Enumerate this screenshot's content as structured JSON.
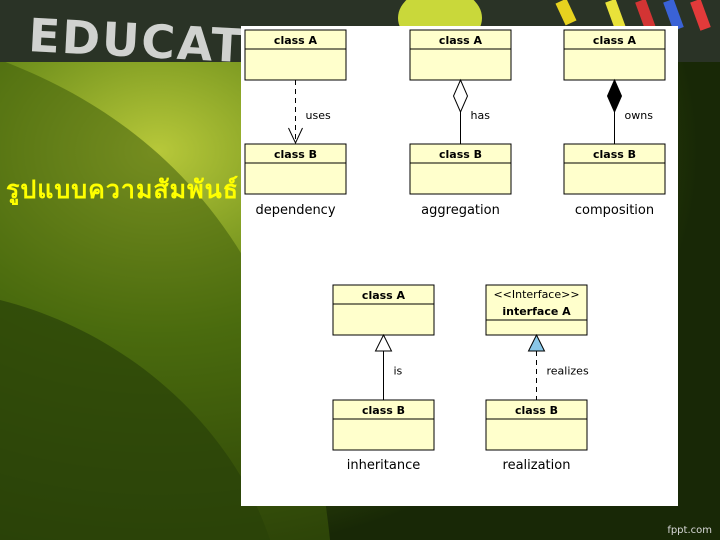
{
  "slide": {
    "header_text": "EDUCAT",
    "title": "รูปแบบความสัมพันธ์",
    "footer": "fppt.com"
  },
  "diagrams": [
    {
      "caption": "dependency",
      "top": "class A",
      "bottom": "class B",
      "label": "uses",
      "relation": "dependency",
      "end_marker": "open-arrow",
      "line": "dashed"
    },
    {
      "caption": "aggregation",
      "top": "class A",
      "bottom": "class B",
      "label": "has",
      "relation": "aggregation",
      "end_marker": "hollow-diamond",
      "line": "solid"
    },
    {
      "caption": "composition",
      "top": "class A",
      "bottom": "class B",
      "label": "owns",
      "relation": "composition",
      "end_marker": "filled-diamond",
      "line": "solid"
    },
    {
      "caption": "inheritance",
      "top": "class A",
      "bottom": "class B",
      "label": "is",
      "relation": "inheritance",
      "end_marker": "hollow-triangle",
      "line": "solid"
    },
    {
      "caption": "realization",
      "top_stereotype": "<<Interface>>",
      "top": "interface A",
      "bottom": "class B",
      "label": "realizes",
      "relation": "realization",
      "end_marker": "blue-triangle",
      "line": "dashed"
    }
  ],
  "colors": {
    "box_fill": "#ffffcc",
    "box_border": "#000000",
    "realization_arrow": "#89c7e8",
    "title": "#ffff00"
  }
}
